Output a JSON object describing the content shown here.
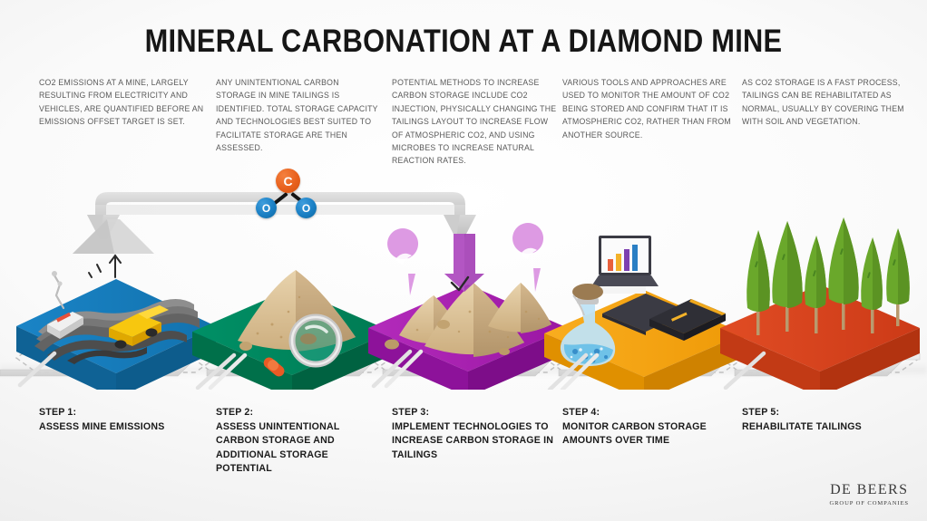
{
  "title": "MINERAL CARBONATION AT A DIAMOND MINE",
  "columns": [
    "CO2 EMISSIONS AT A MINE, LARGELY RESULTING FROM ELECTRICITY AND VEHICLES, ARE QUANTIFIED BEFORE AN EMISSIONS OFFSET TARGET IS SET.",
    "ANY UNINTENTIONAL CARBON STORAGE IN MINE TAILINGS IS IDENTIFIED. TOTAL STORAGE CAPACITY AND TECHNOLOGIES BEST SUITED TO FACILITATE STORAGE ARE THEN ASSESSED.",
    "POTENTIAL METHODS TO INCREASE CARBON STORAGE INCLUDE CO2 INJECTION, PHYSICALLY CHANGING THE TAILINGS LAYOUT TO INCREASE FLOW OF ATMOSPHERIC CO2, AND USING MICROBES TO INCREASE NATURAL REACTION RATES.",
    "VARIOUS TOOLS AND APPROACHES ARE USED TO MONITOR THE AMOUNT OF CO2 BEING STORED AND CONFIRM THAT IT IS ATMOSPHERIC CO2, RATHER THAN FROM ANOTHER SOURCE.",
    "AS CO2 STORAGE IS A FAST PROCESS, TAILINGS CAN BE REHABILITATED AS NORMAL, USUALLY BY COVERING THEM WITH SOIL AND VEGETATION."
  ],
  "steps": [
    {
      "number": "STEP 1:",
      "label": "ASSESS MINE EMISSIONS"
    },
    {
      "number": "STEP 2:",
      "label": "ASSESS UNINTENTIONAL CARBON STORAGE AND ADDITIONAL STORAGE POTENTIAL"
    },
    {
      "number": "STEP 3:",
      "label": "IMPLEMENT TECHNOLOGIES TO INCREASE CARBON STORAGE IN TAILINGS"
    },
    {
      "number": "STEP 4:",
      "label": "MONITOR CARBON STORAGE AMOUNTS OVER TIME"
    },
    {
      "number": "STEP 5:",
      "label": "REHABILITATE TAILINGS"
    }
  ],
  "molecule": {
    "carbon_label": "C",
    "oxygen_left_label": "O",
    "oxygen_right_label": "O",
    "carbon_color": "#e8601c",
    "oxygen_color": "#1a7fc4"
  },
  "platform_colors": {
    "step1": "#1678b8",
    "step2": "#00845a",
    "step3": "#a81fb0",
    "step4": "#f5a312",
    "step5": "#d9431f"
  },
  "logo": {
    "name": "DE BEERS",
    "tagline": "GROUP OF COMPANIES"
  }
}
